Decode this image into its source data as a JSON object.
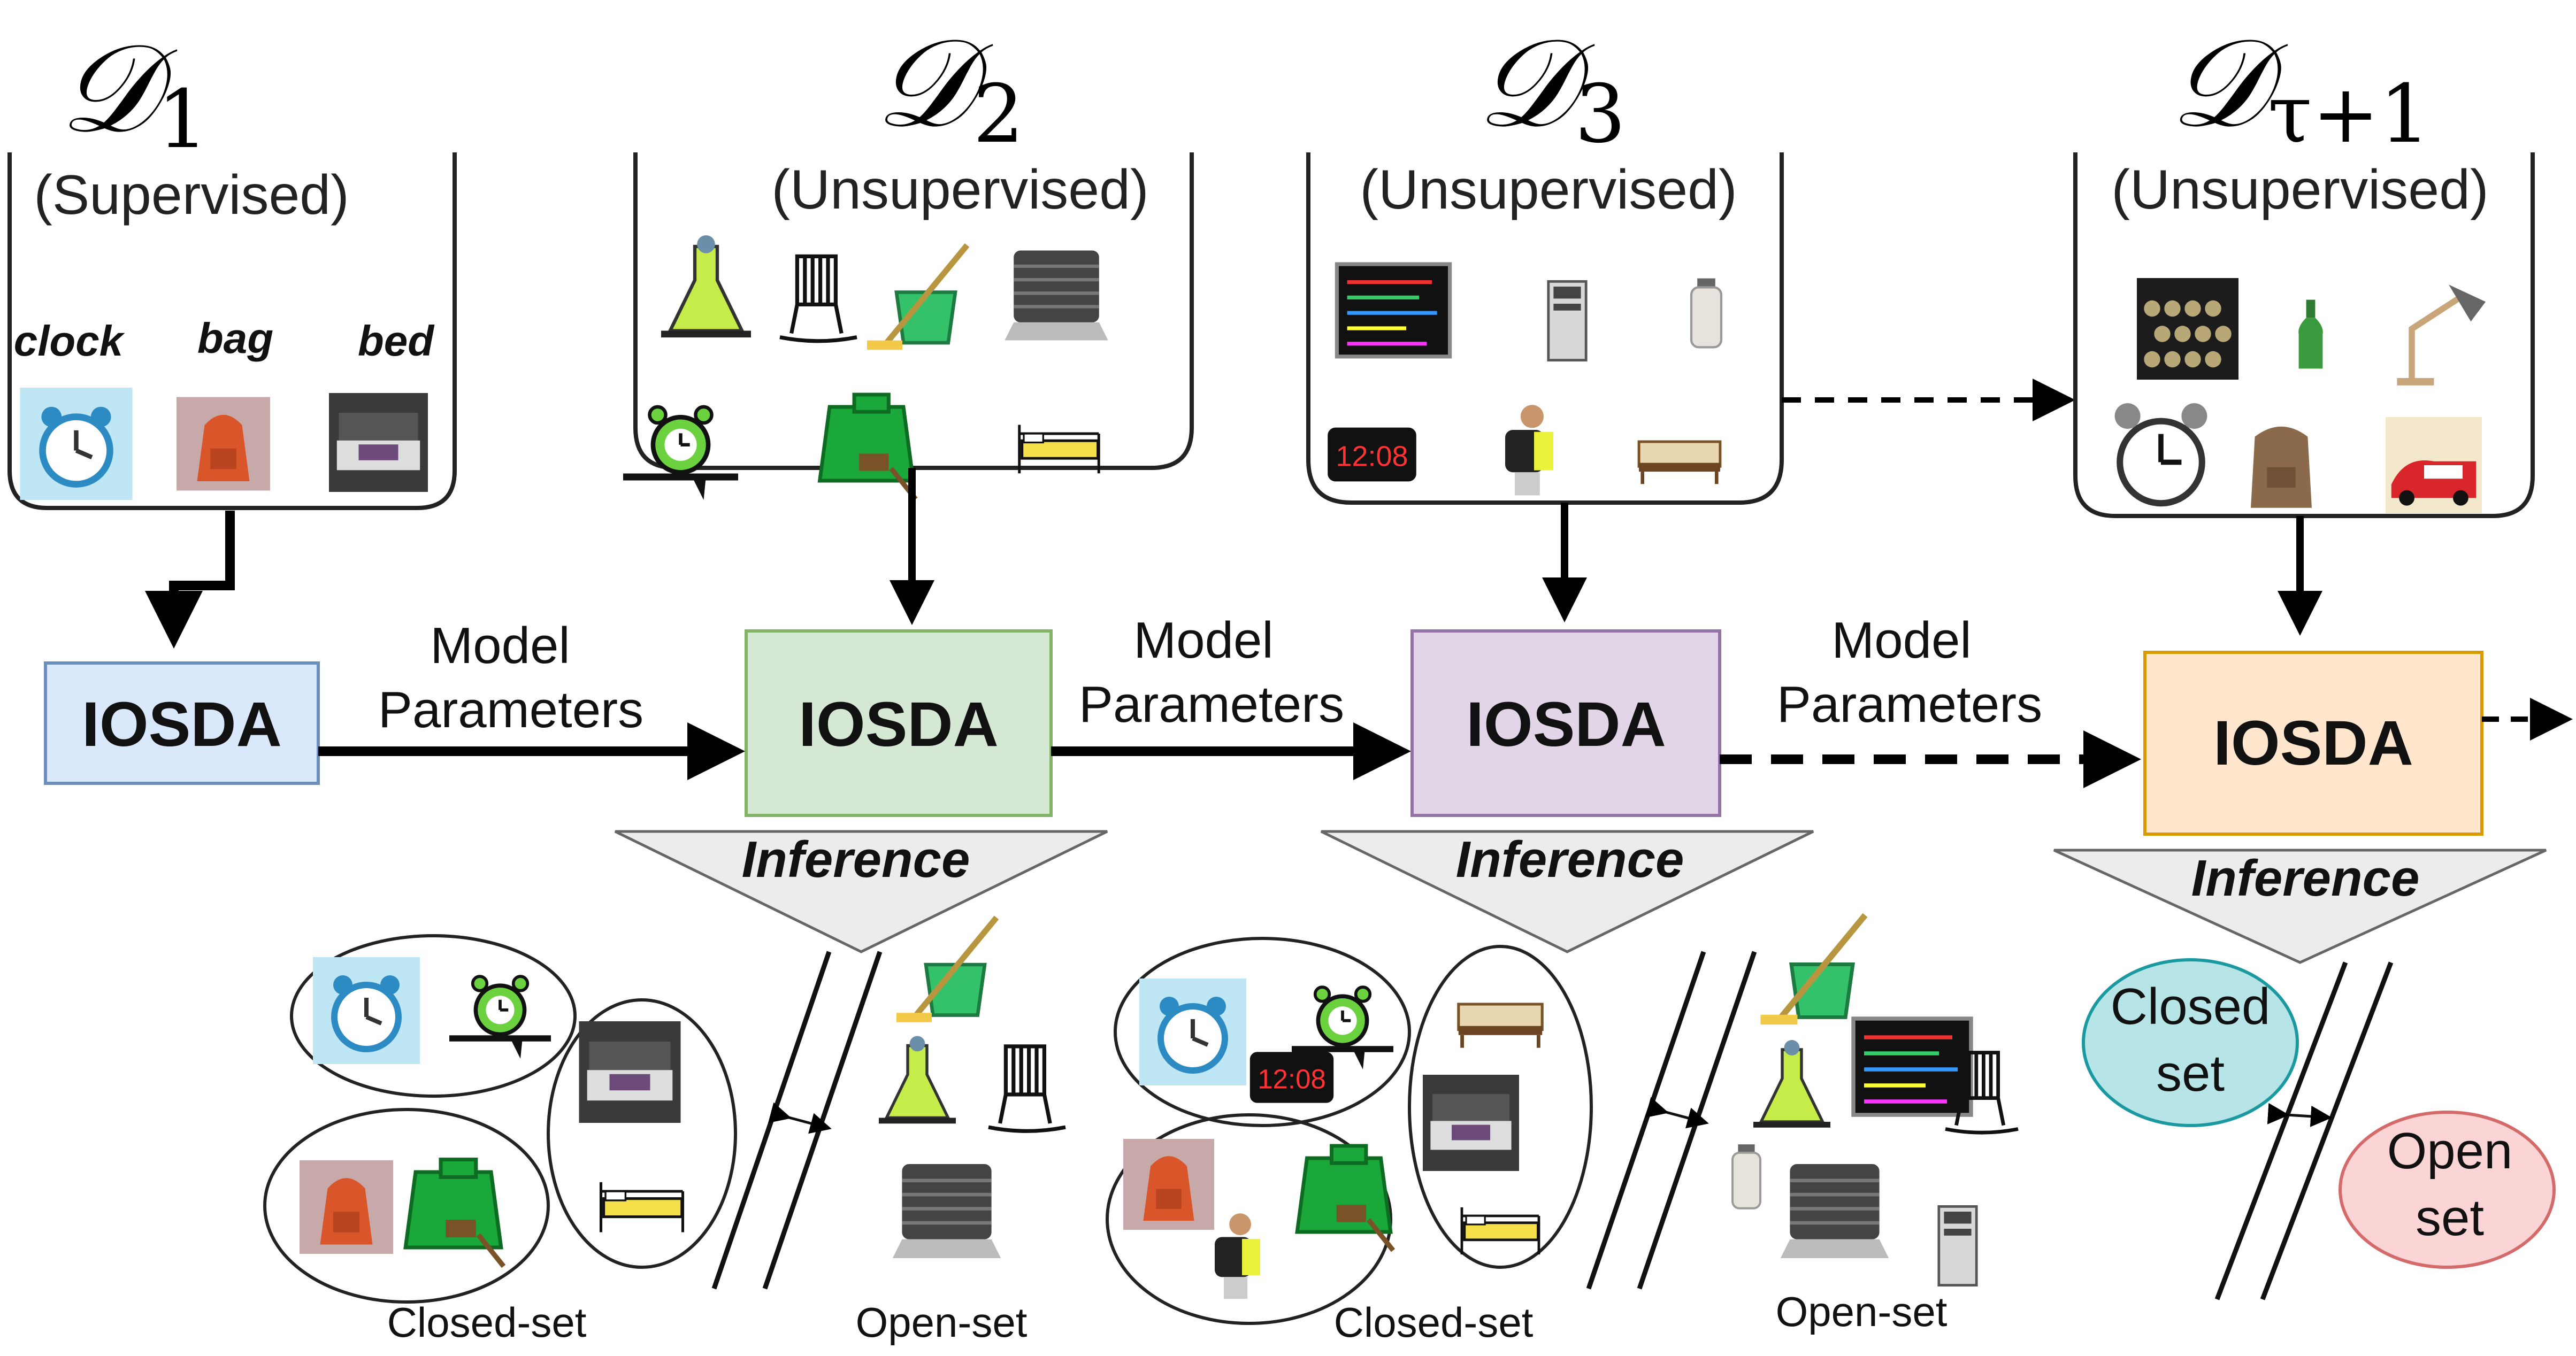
{
  "domains": [
    {
      "symbol": "𝒟",
      "subscript": "1",
      "mode": "(Supervised)",
      "class_labels": [
        "clock",
        "bag",
        "bed"
      ]
    },
    {
      "symbol": "𝒟",
      "subscript": "2",
      "mode": "(Unsupervised)"
    },
    {
      "symbol": "𝒟",
      "subscript": "3",
      "mode": "(Unsupervised)"
    },
    {
      "symbol": "𝒟",
      "subscript": "τ+1",
      "mode": "(Unsupervised)"
    }
  ],
  "model_blocks": [
    {
      "label": "IOSDA",
      "fill": "#dae8fc",
      "stroke": "#6c8ebf"
    },
    {
      "label": "IOSDA",
      "fill": "#d5e8d4",
      "stroke": "#82b366"
    },
    {
      "label": "IOSDA",
      "fill": "#e1d5e7",
      "stroke": "#9673a6"
    },
    {
      "label": "IOSDA",
      "fill": "#ffe6cc",
      "stroke": "#d79b00"
    }
  ],
  "transfer_label_line1": "Model",
  "transfer_label_line2": "Parameters",
  "inference_label": "Inference",
  "outputs": {
    "closed_set": "Closed-set",
    "open_set": "Open-set",
    "closed_set_bubble_line1": "Closed",
    "closed_set_bubble_line2": "set",
    "open_set_bubble_line1": "Open",
    "open_set_bubble_line2": "set"
  },
  "image_icons": [
    "clock-photo-icon",
    "backpack-photo-icon",
    "bedroom-photo-icon",
    "flask-cartoon-icon",
    "rocking-chair-icon",
    "bucket-mop-icon",
    "computer-fan-icon",
    "alarm-clock-cartoon-icon",
    "green-bag-cartoon-icon",
    "yellow-bed-icon",
    "calendar-board-icon",
    "pc-tower-icon",
    "water-bottle-icon",
    "digital-clock-icon",
    "backpack-person-icon",
    "wooden-bed-icon",
    "batteries-icon",
    "green-bottle-icon",
    "desk-lamp-icon",
    "analog-alarm-clock-icon",
    "brown-backpack-icon",
    "kids-bed-icon"
  ],
  "colors": {
    "closed_bubble_fill": "#b7e4e6",
    "closed_bubble_stroke": "#1a9aa0",
    "open_bubble_fill": "#fbd5d5",
    "open_bubble_stroke": "#d46a6a"
  }
}
